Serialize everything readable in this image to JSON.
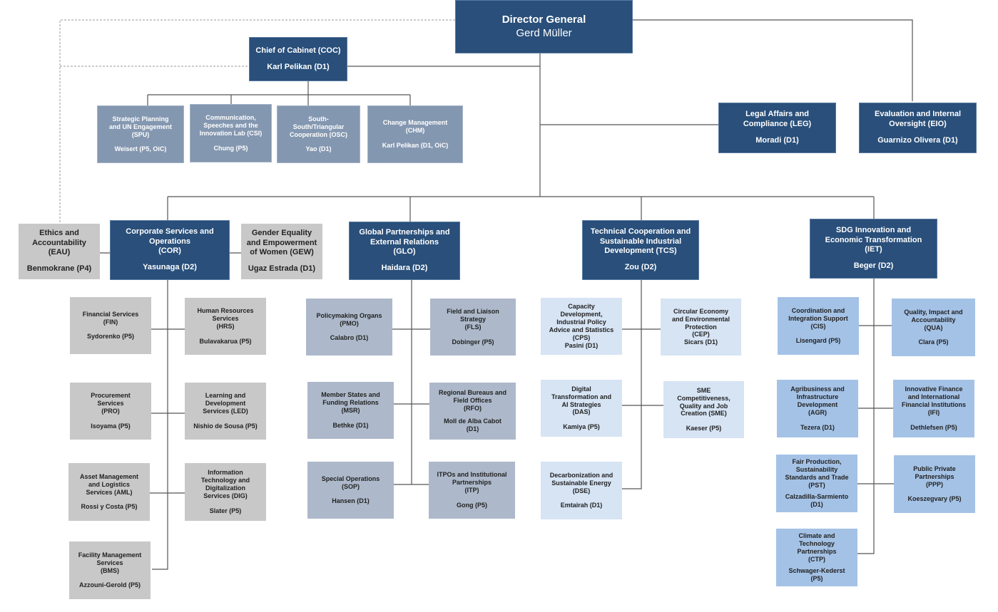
{
  "title": "UNIDO Organizational Chart",
  "colors": {
    "executive": "#294f7a",
    "cabinet_units": "#8497b0",
    "cor_units": "#c8c8c8",
    "glo_units": "#adb9ca",
    "tcs_units": "#d6e4f4",
    "iet_units": "#a4c2e6",
    "connector": "#555555",
    "dotted_connector": "#9a9a9a"
  },
  "director_general": {
    "title": "Director General",
    "name": "Gerd Müller"
  },
  "chief_of_cabinet": {
    "title": "Chief of Cabinet (COC)",
    "name": "Karl Pelikan (D1)"
  },
  "cabinet_units": [
    {
      "title": "Strategic Planning\nand UN Engagement\n(SPU)",
      "name": "Weisert (P5, OiC)"
    },
    {
      "title": "Communication,\nSpeeches and the\nInnovation Lab (CSI)",
      "name": "Chung (P5)"
    },
    {
      "title": "South-\nSouth/Triangular\nCooperation (OSC)",
      "name": "Yao (D1)"
    },
    {
      "title": "Change Management\n(CHM)",
      "name": "Karl Pelikan (D1, OiC)"
    }
  ],
  "dg_offices": [
    {
      "title": "Legal Affairs and\nCompliance (LEG)",
      "name": "Moradi (D1)"
    },
    {
      "title": "Evaluation and Internal\nOversight (EIO)",
      "name": "Guarnizo Olivera (D1)"
    }
  ],
  "side_units": [
    {
      "title": "Ethics and\nAccountability\n(EAU)",
      "name": "Benmokrane (P4)"
    },
    {
      "title": "Gender Equality\nand Empowerment\nof Women (GEW)",
      "name": "Ugaz Estrada (D1)"
    }
  ],
  "directorates": [
    {
      "title": "Corporate Services and\nOperations\n(COR)",
      "name": "Yasunaga (D2)",
      "units": [
        {
          "title": "Financial Services\n(FIN)",
          "name": "Sydorenko (P5)"
        },
        {
          "title": "Human Resources\nServices\n(HRS)",
          "name": "Bulavakarua (P5)"
        },
        {
          "title": "Procurement\nServices\n(PRO)",
          "name": "Isoyama (P5)"
        },
        {
          "title": "Learning and\nDevelopment\nServices (LED)",
          "name": "Nishio de Sousa (P5)"
        },
        {
          "title": "Asset Management\nand Logistics\nServices (AML)",
          "name": "Rossi y Costa (P5)"
        },
        {
          "title": "Information\nTechnology and\nDigitalization\nServices (DIG)",
          "name": "Slater (P5)"
        },
        {
          "title": "Facility Management\nServices\n(BMS)",
          "name": "Azzouni-Gerold (P5)"
        }
      ]
    },
    {
      "title": "Global Partnerships and\nExternal Relations\n(GLO)",
      "name": "Haidara (D2)",
      "units": [
        {
          "title": "Policymaking Organs\n(PMO)",
          "name": "Calabro (D1)"
        },
        {
          "title": "Field and Liaison\nStrategy\n(FLS)",
          "name": "Dobinger (P5)"
        },
        {
          "title": "Member States and\nFunding Relations\n(MSR)",
          "name": "Bethke (D1)"
        },
        {
          "title": "Regional Bureaus and\nField Offices\n(RFO)",
          "name": "Moll de Alba Cabot\n(D1)"
        },
        {
          "title": "Special Operations\n(SOP)",
          "name": "Hansen (D1)"
        },
        {
          "title": "ITPOs and Institutional\nPartnerships\n(ITP)",
          "name": "Gong (P5)"
        }
      ]
    },
    {
      "title": "Technical Cooperation and\nSustainable Industrial\nDevelopment (TCS)",
      "name": "Zou (D2)",
      "units": [
        {
          "title": "Capacity\nDevelopment,\nIndustrial Policy\nAdvice and Statistics\n(CPS)",
          "name": "Pasini (D1)"
        },
        {
          "title": "Circular Economy\nand Environmental\nProtection\n(CEP)",
          "name": "Sicars (D1)"
        },
        {
          "title": "Digital\nTransformation and\nAI Strategies\n(DAS)",
          "name": "Kamiya (P5)"
        },
        {
          "title": "SME\nCompetitiveness,\nQuality and Job\nCreation (SME)",
          "name": "Kaeser (P5)"
        },
        {
          "title": "Decarbonization and\nSustainable Energy\n(DSE)",
          "name": "Emtairah (D1)"
        }
      ]
    },
    {
      "title": "SDG Innovation and\nEconomic Transformation\n(IET)",
      "name": "Beger (D2)",
      "units": [
        {
          "title": "Coordination and\nIntegration Support\n(CIS)",
          "name": "Lisengard (P5)"
        },
        {
          "title": "Quality, Impact and\nAccountability\n(QUA)",
          "name": "Clara (P5)"
        },
        {
          "title": "Agribusiness and\nInfrastructure\nDevelopment\n(AGR)",
          "name": "Tezera (D1)"
        },
        {
          "title": "Innovative Finance\nand International\nFinancial Institutions\n(IFI)",
          "name": "Dethlefsen (P5)"
        },
        {
          "title": "Fair Production,\nSustainability\nStandards and Trade\n(PST)",
          "name": "Calzadilla-Sarmiento\n(D1)"
        },
        {
          "title": "Public Private\nPartnerships\n(PPP)",
          "name": "Koeszegvary (P5)"
        },
        {
          "title": "Climate and\nTechnology\nPartnerships\n(CTP)",
          "name": "Schwager-Kederst\n(P5)"
        }
      ]
    }
  ]
}
